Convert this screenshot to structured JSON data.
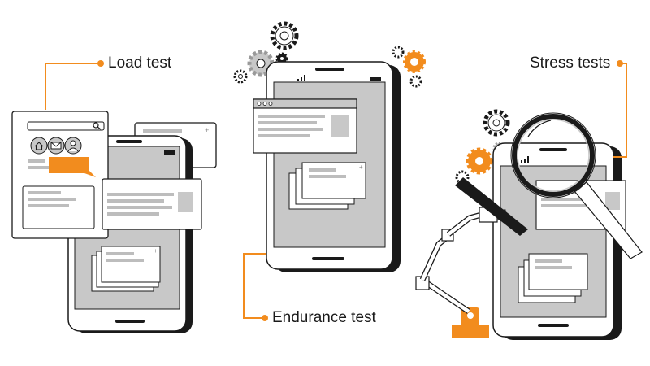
{
  "labels": {
    "load": "Load test",
    "endurance": "Endurance test",
    "stress": "Stress tests"
  },
  "colors": {
    "accent": "#F28C1E",
    "outline": "#1a1a1a",
    "screen": "#c8c8c8",
    "line_gray": "#a9a9a9",
    "panel": "#ffffff"
  },
  "icons": [
    "gear-icon",
    "home-icon",
    "mail-icon",
    "user-icon",
    "search-icon",
    "signal-icon",
    "battery-icon",
    "magnifier-icon",
    "robot-arm-icon"
  ]
}
